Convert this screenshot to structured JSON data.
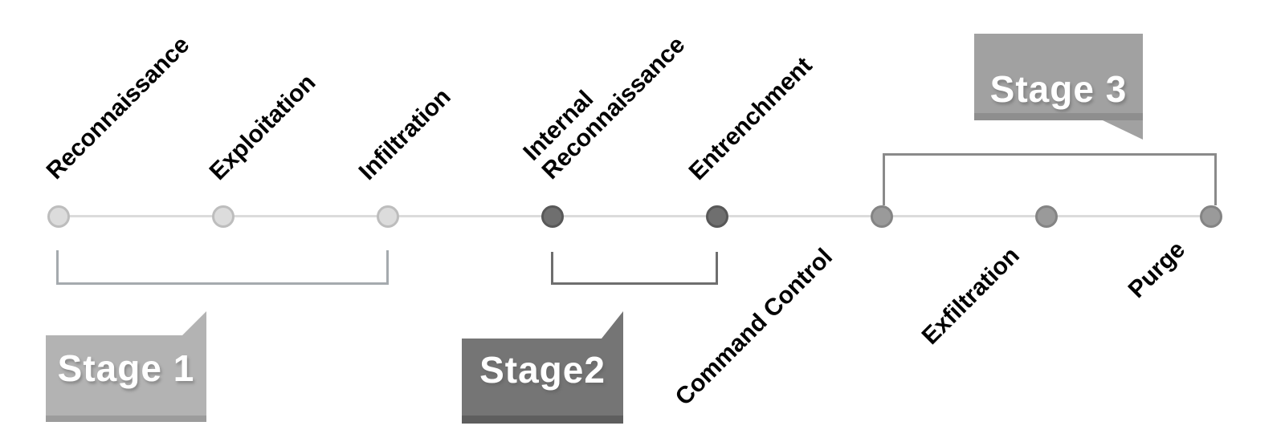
{
  "diagram": {
    "type": "timeline",
    "milestones": [
      {
        "label": "Reconnaissance"
      },
      {
        "label": "Exploitation"
      },
      {
        "label": "Infiltration"
      },
      {
        "label": "Internal Reconnaissance",
        "line1": "Internal",
        "line2": "Reconnaissance"
      },
      {
        "label": "Entrenchment"
      },
      {
        "label": "Command Control"
      },
      {
        "label": "Exfiltration"
      },
      {
        "label": "Purge"
      }
    ],
    "stage_badges": [
      {
        "label": "Stage 1",
        "color": "#b3b3b3"
      },
      {
        "label": "Stage2",
        "color": "#757575"
      },
      {
        "label": "Stage 3",
        "color": "#a1a1a1"
      }
    ],
    "stage_groups": [
      {
        "badge": "Stage 1",
        "milestones": [
          "Reconnaissance",
          "Exploitation",
          "Infiltration"
        ]
      },
      {
        "badge": "Stage2",
        "milestones": [
          "Internal Reconnaissance",
          "Entrenchment"
        ]
      },
      {
        "badge": "Stage 3",
        "milestones": [
          "Command Control",
          "Exfiltration",
          "Purge"
        ]
      }
    ],
    "colors": {
      "timeline_line": "#dbdbdb",
      "stage1_dot": "#dcdcdc",
      "stage2_dot": "#6f6f6f",
      "stage3_dot": "#9a9a9a",
      "label_text": "#000000",
      "badge_text": "#ffffff"
    }
  }
}
